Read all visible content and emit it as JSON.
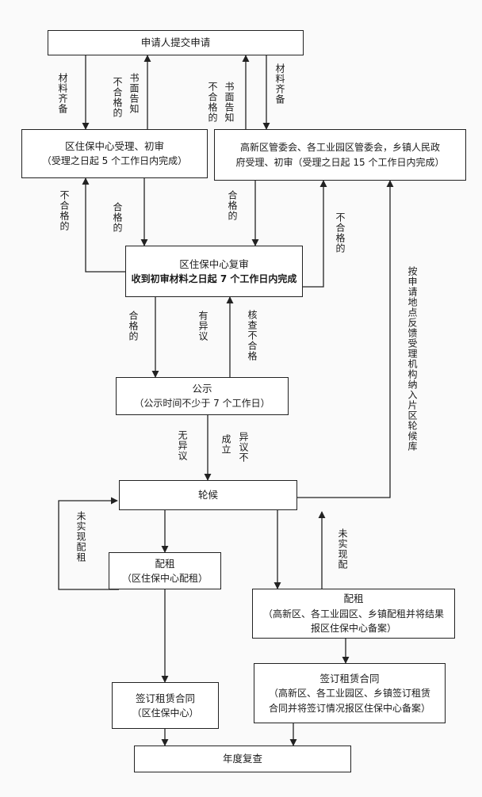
{
  "boxes": {
    "apply": "申请人提交申请",
    "district_review": {
      "line1": "区住保中心受理、初审",
      "line2": "（受理之日起 5 个工作日内完成）"
    },
    "gaoxin_review": {
      "line1": "高新区管委会、各工业园区管委会，乡镇人民政",
      "line2": "府受理、初审（受理之日起 15 个工作日内完成）"
    },
    "recheck": {
      "line1": "区住保中心复审",
      "line2": "收到初审材料之日起 7 个工作日内完成"
    },
    "publicity": {
      "line1": "公示",
      "line2": "（公示时间不少于 7 个工作日）"
    },
    "waiting": "轮候",
    "allocation_left": {
      "line1": "配租",
      "line2": "（区住保中心配租）"
    },
    "allocation_right": {
      "line1": "配租",
      "line2": "（高新区、各工业园区、乡镇配租并将结果",
      "line3": "报区住保中心备案）"
    },
    "contract_left": {
      "line1": "签订租赁合同",
      "line2": "（区住保中心）"
    },
    "contract_right": {
      "line1": "签订租赁合同",
      "line2": "（高新区、各工业园区、乡镇签订租赁",
      "line3": "合同并将签订情况报区住保中心备案）"
    },
    "annual": "年度复查"
  },
  "labels": {
    "complete_materials_left": "材料齐备",
    "notice_left_a": "书面告知",
    "notice_left_b": "不合格的",
    "notice_right_a": "书面告知",
    "notice_right_b": "不合格的",
    "complete_materials_right": "材料齐备",
    "unqualified_left": "不合格的",
    "qualified_left": "合格的",
    "qualified_right": "合格的",
    "unqualified_right": "不合格的",
    "qualified_mid": "合格的",
    "objection": "有异议",
    "verify_unqualified": "核查不合格",
    "no_objection": "无异议",
    "objection_invalid_a": "异议不",
    "objection_invalid_b": "成立",
    "feedback": "按申请地点反馈受理机构纳入片区轮候库",
    "not_allocated_left": "未实现配租",
    "not_allocated_right": "未实现配"
  }
}
